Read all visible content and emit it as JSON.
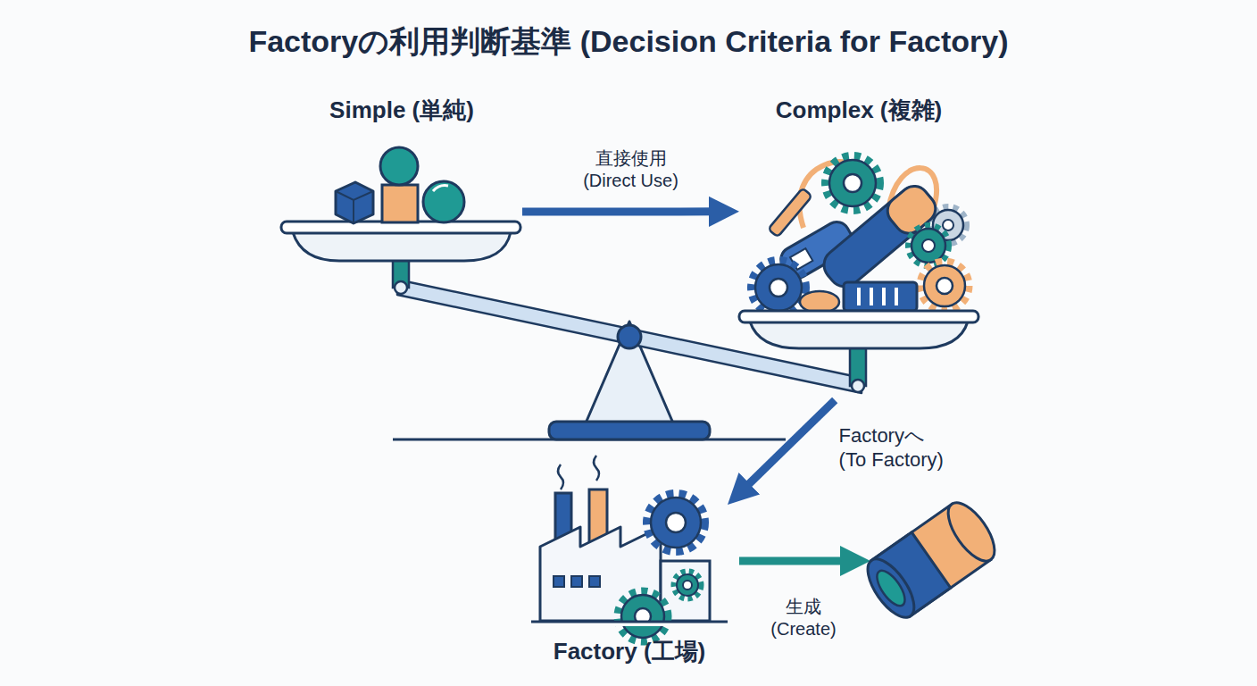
{
  "diagram": {
    "title": "Factoryの利用判断基準 (Decision Criteria for Factory)",
    "nodes": [
      {
        "text": [
          "Simple (単純)"
        ]
      },
      {
        "text": [
          "Complex (複雑)"
        ]
      },
      {
        "text": [
          "Factory (工場)"
        ]
      }
    ],
    "edges": [
      {
        "from": 0,
        "to": 1,
        "label": "直接使用 (Direct Use)",
        "arrow": "to"
      },
      {
        "from": 1,
        "to": 2,
        "label": "Factoryへ (To Factory)",
        "arrow": "to"
      }
    ],
    "labels": [
      "生成 (Create)"
    ]
  }
}
